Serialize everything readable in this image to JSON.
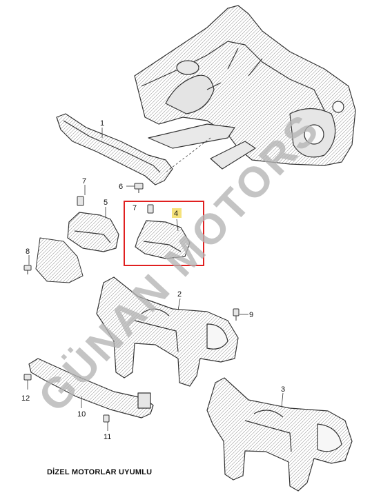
{
  "watermark": "GÜNAN MOTORS",
  "caption": "DİZEL MOTORLAR UYUMLU",
  "highlight_color": "#e02020",
  "callout_highlight": "#f5e27a",
  "callouts": {
    "c1": "1",
    "c2": "2",
    "c3": "3",
    "c4": "4",
    "c5": "5",
    "c6": "6",
    "c7a": "7",
    "c7b": "7",
    "c8": "8",
    "c9": "9",
    "c10": "10",
    "c11": "11",
    "c12": "12"
  }
}
